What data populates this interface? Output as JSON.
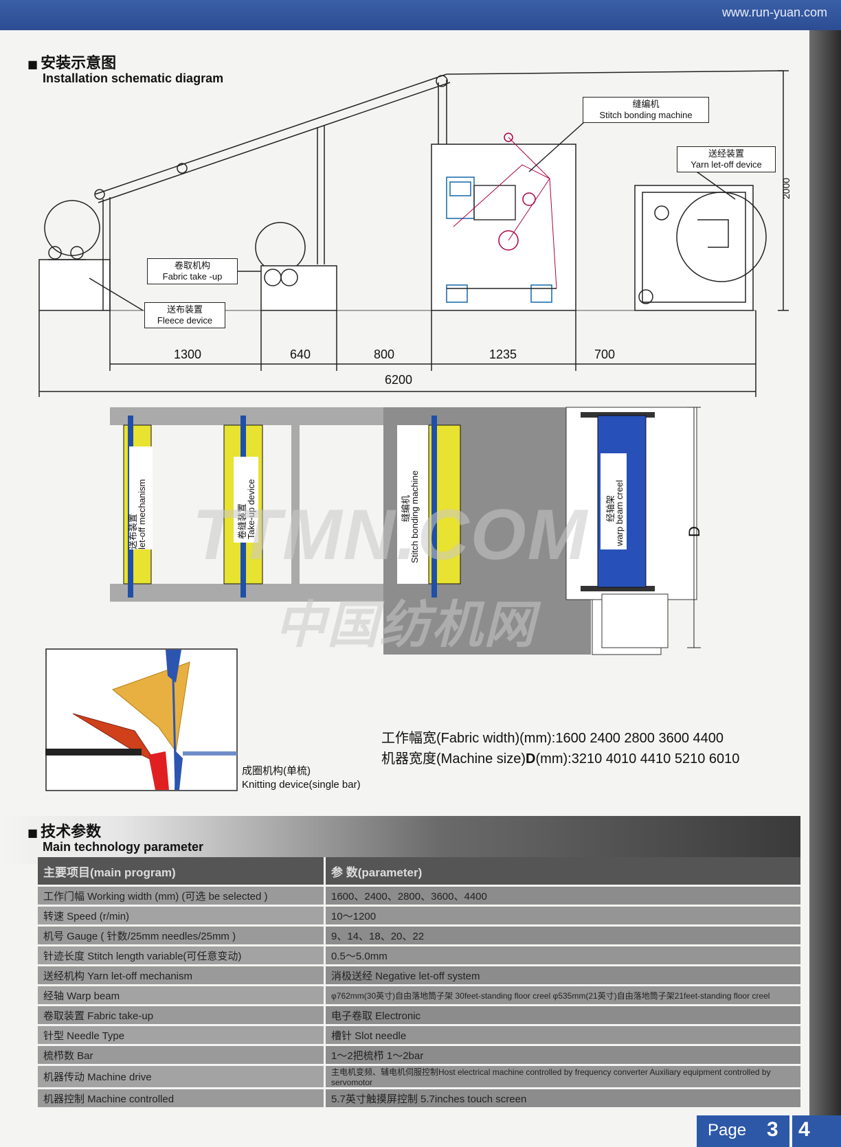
{
  "header": {
    "url": "www.run-yuan.com"
  },
  "section1": {
    "title_cn": "安装示意图",
    "title_en": "Installation schematic diagram"
  },
  "labels": {
    "stitch_cn": "缝编机",
    "stitch_en": "Stitch  bonding  machine",
    "yarn_cn": "送经装置",
    "yarn_en": "Yarn let-off  device",
    "takeup_cn": "卷取机构",
    "takeup_en": "Fabric  take -up",
    "fleece_cn": "送布装置",
    "fleece_en": "Fleece  device"
  },
  "dimensions": {
    "d1": "1300",
    "d2": "640",
    "d3": "800",
    "d4": "1235",
    "d5": "700",
    "total": "6200",
    "height": "2000",
    "D": "D"
  },
  "plan": {
    "letoff_cn": "送布装置",
    "letoff_en": "let-off  mechanism",
    "takeup_cn": "卷缝装置",
    "takeup_en": "Take-up  device",
    "stitch_cn": "缝编机",
    "stitch_en": "Stitch  bonding  machine",
    "creel_cn": "经轴架",
    "creel_en": "warp beam creel"
  },
  "watermark": {
    "line1": "TTMN.COM",
    "line2": "中国纺机网"
  },
  "specs": {
    "fabric_width": "工作幅宽(Fabric width)(mm):1600  2400  2800  3600  4400",
    "machine_size_a": "机器宽度(Machine size)",
    "machine_size_b": "D",
    "machine_size_c": "(mm):3210  4010  4410  5210  6010"
  },
  "knit_caption": {
    "cn": "成圈机构(单梳)",
    "en": "Knitting device(single bar)"
  },
  "section2": {
    "title_cn": "技术参数",
    "title_en": "Main technology parameter"
  },
  "params": {
    "header": {
      "item": "主要项目(main program)",
      "value": "参  数(parameter)"
    },
    "rows": [
      {
        "item": "工作门幅  Working width  (mm)  (可选  be selected )",
        "value": "1600、2400、2800、3600、4400"
      },
      {
        "item": "转速  Speed  (r/min)",
        "value": "10～1200"
      },
      {
        "item": "机号  Gauge ( 针数/25mm  needles/25mm )",
        "value": "9、14、18、20、22"
      },
      {
        "item": "针迹长度  Stitch length variable(可任意变动)",
        "value": "0.5～5.0mm"
      },
      {
        "item": "送经机构  Yarn let-off mechanism",
        "value": "消极送经  Negative let-off system"
      },
      {
        "item": "经轴  Warp beam",
        "value": "φ762mm(30英寸)自由落地筒子架 30feet-standing floor creel   φ535mm(21英寸)自由落地筒子架21feet-standing floor creel"
      },
      {
        "item": "卷取装置  Fabric take-up",
        "value": "电子卷取  Electronic"
      },
      {
        "item": "针型  Needle Type",
        "value": "槽针  Slot needle"
      },
      {
        "item": "梳栉数  Bar",
        "value": "1～2把梳栉  1～2bar"
      },
      {
        "item": "机器传动  Machine   drive",
        "value": "主电机变频、辅电机伺服控制Host electrical machine controlled by frequency converter Auxiliary equipment controlled by servomotor"
      },
      {
        "item": "机器控制  Machine   controlled",
        "value": "5.7英寸触摸屏控制  5.7inches touch screen"
      }
    ]
  },
  "page": {
    "label": "Page",
    "left": "3",
    "right": "4"
  }
}
